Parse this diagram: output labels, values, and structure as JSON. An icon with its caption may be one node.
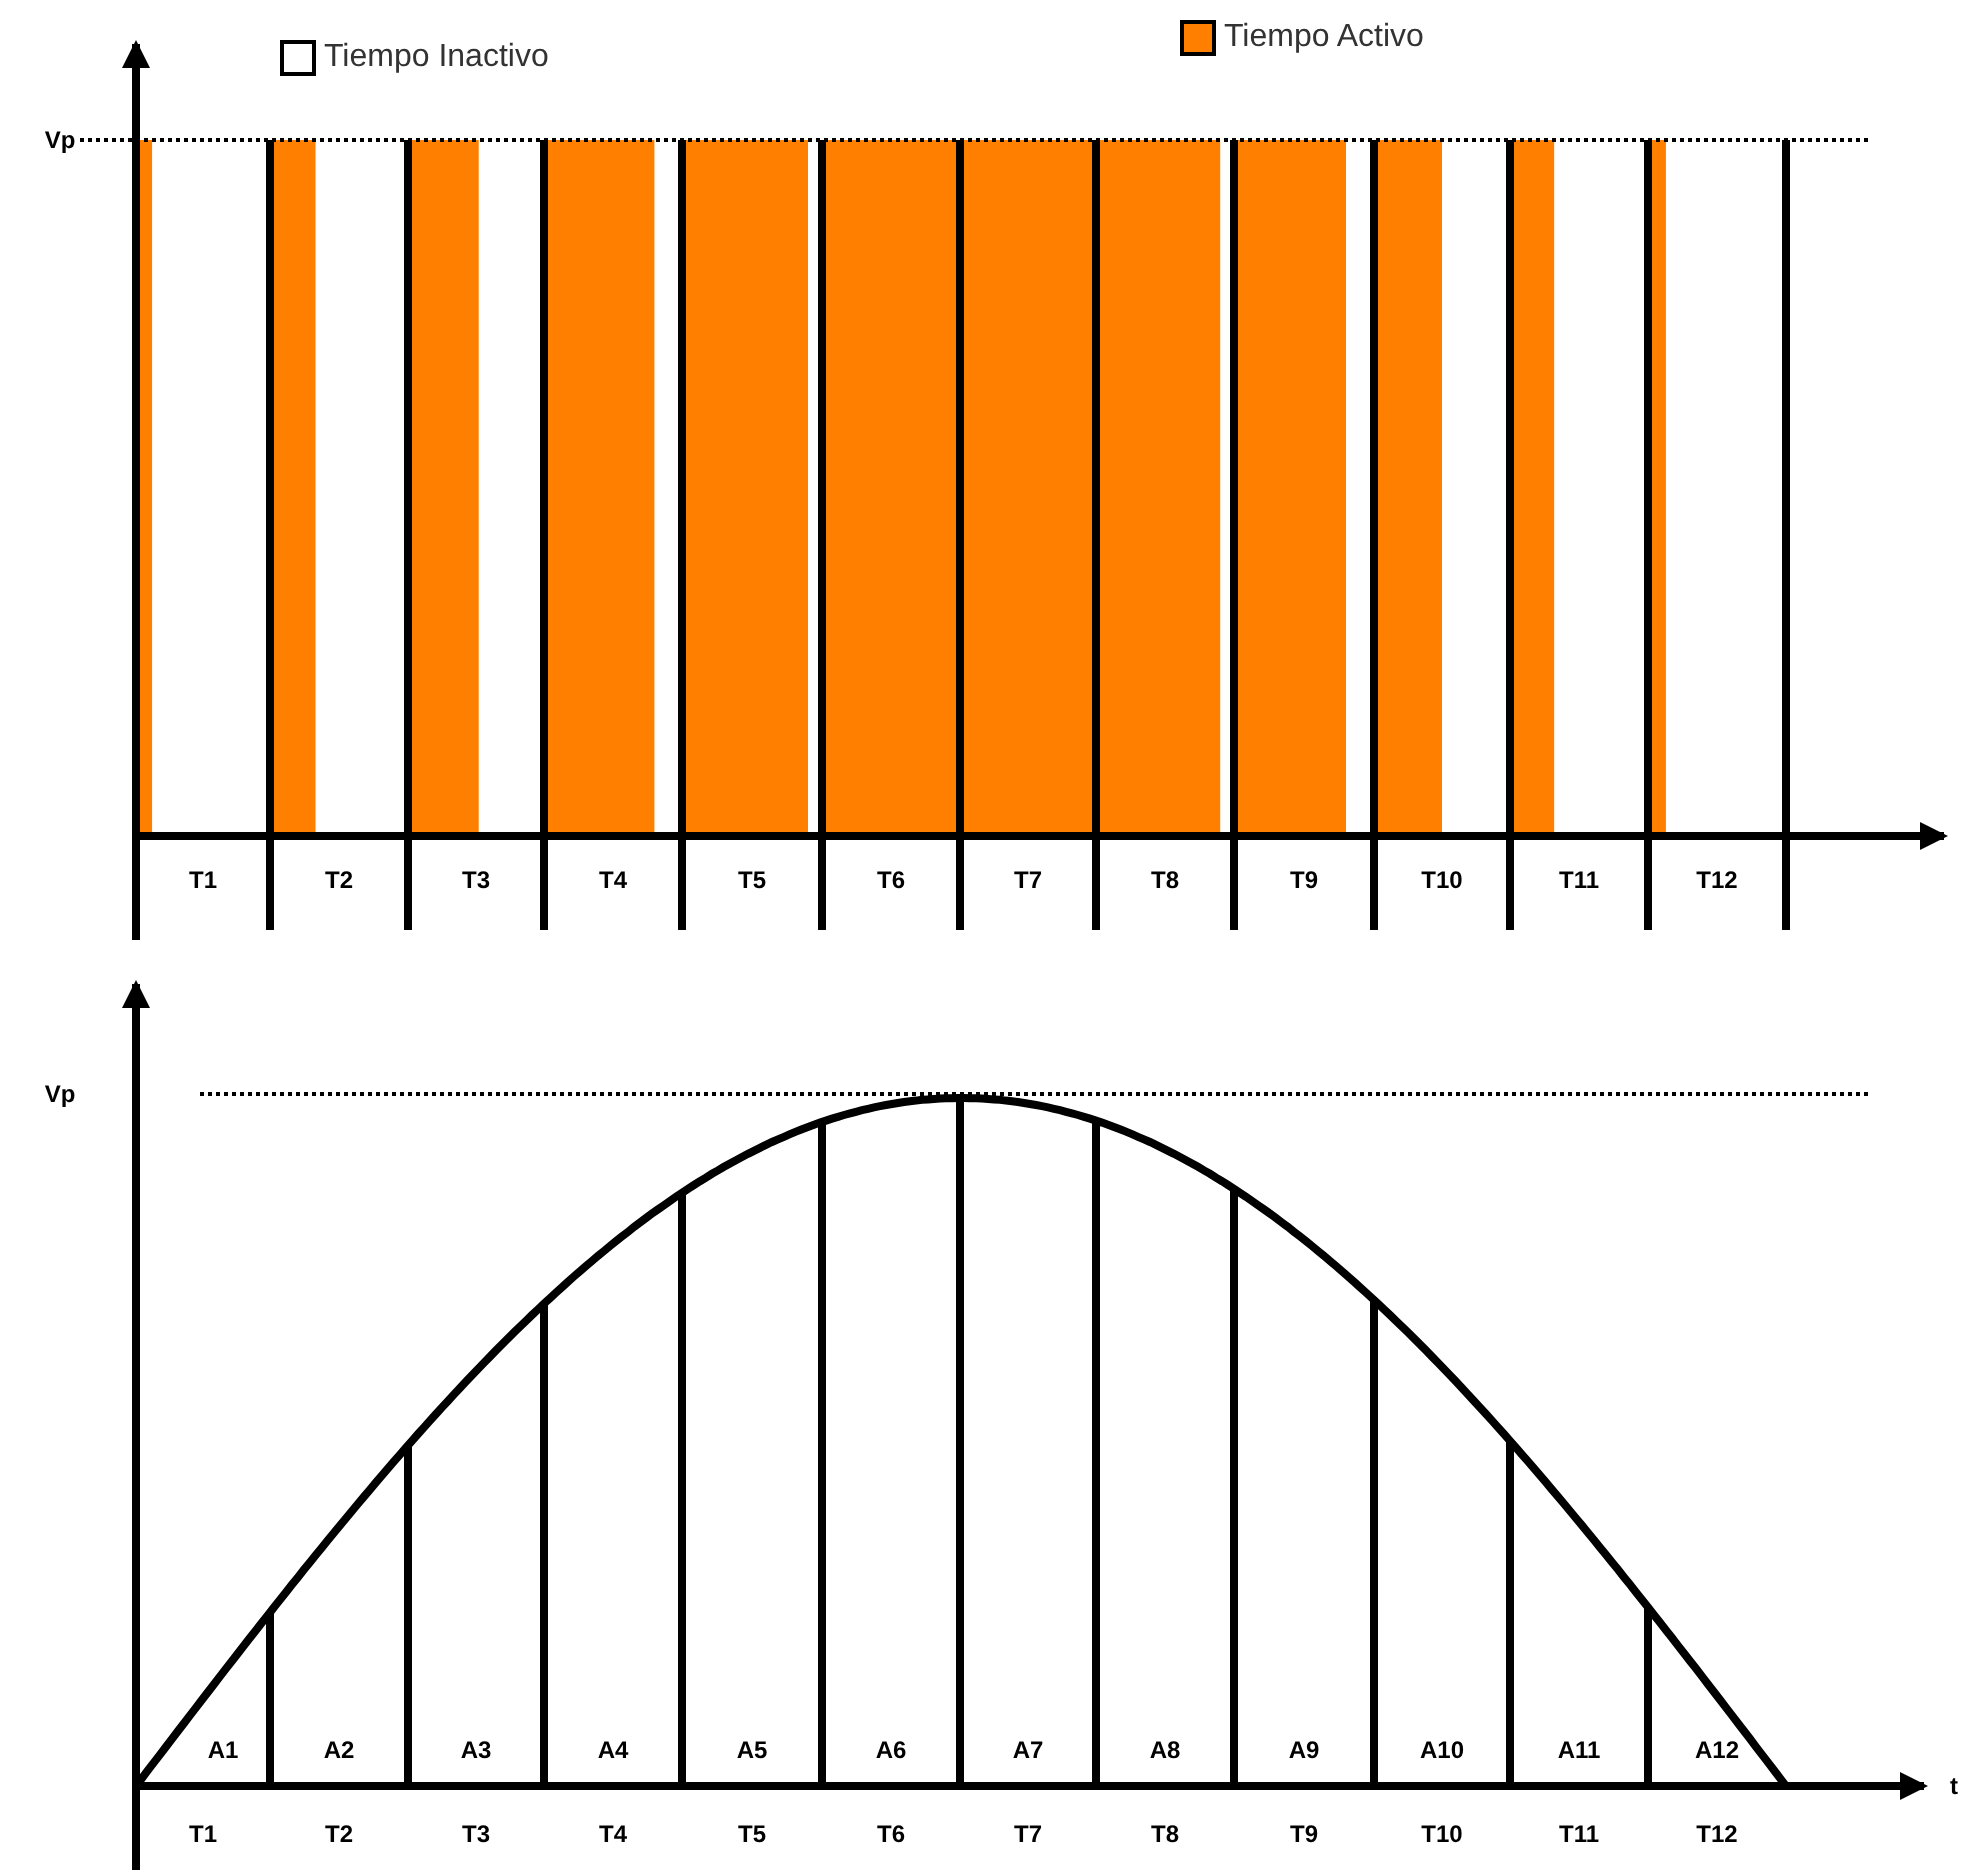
{
  "diagram": {
    "labels": [
      "Vp",
      "T1",
      "T2",
      "T3",
      "T4",
      "T5",
      "T6",
      "T7",
      "T8",
      "T9",
      "T10",
      "T11",
      "T12",
      "Vp",
      "A1",
      "A2",
      "A3",
      "A4",
      "A5",
      "A6",
      "A7",
      "A8",
      "A9",
      "A10",
      "A11",
      "A12",
      "t",
      "T1",
      "T2",
      "T3",
      "T4",
      "T5",
      "T6",
      "T7",
      "T8",
      "T9",
      "T10",
      "T11",
      "T12"
    ],
    "legend": [
      {
        "text": "Tiempo Inactivo",
        "color": "#ffffff"
      },
      {
        "text": "Tiempo Activo",
        "color": "#ff8000"
      }
    ]
  }
}
